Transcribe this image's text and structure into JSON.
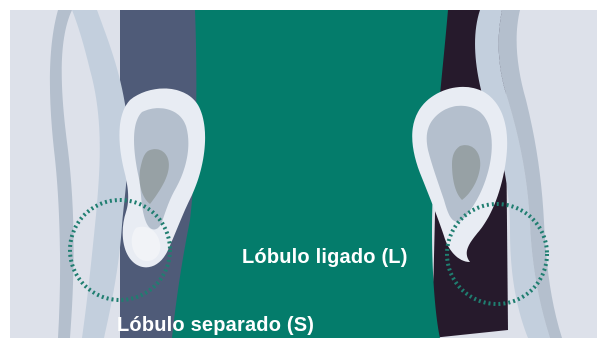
{
  "labels": {
    "attached": "Lóbulo ligado (L)",
    "separated": "Lóbulo separado (S)"
  },
  "colors": {
    "frame": "#ffffff",
    "background": "#dde1ea",
    "center_panel": "#047c6b",
    "left_hair": "#4f5b78",
    "right_hair": "#261a2c",
    "skin": "#c3cfdd",
    "ear_outer": "#e8ecf3",
    "ear_inner": "#b4bfcd",
    "ear_shadow": "#97a1a5",
    "highlight_circle": "#1f7e70",
    "label_text": "#ffffff"
  },
  "icons": {
    "left_ear": "ear-separated-lobe",
    "right_ear": "ear-attached-lobe",
    "left_marker": "dotted-circle",
    "right_marker": "dotted-circle"
  }
}
